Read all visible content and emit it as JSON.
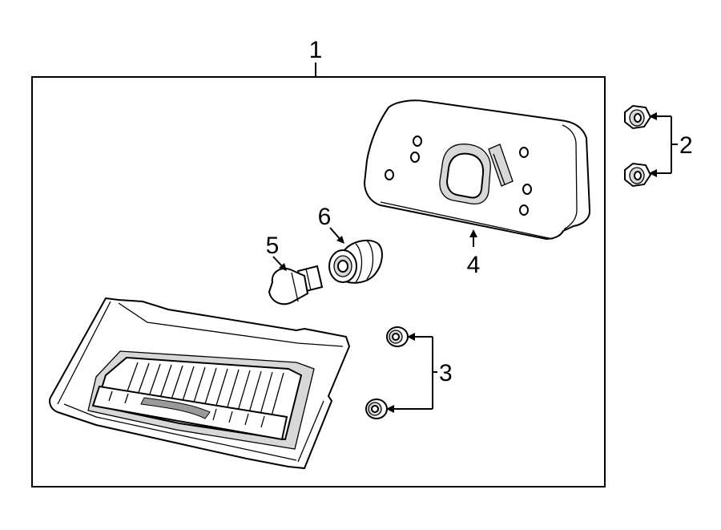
{
  "callouts": [
    {
      "id": "1",
      "text": "1"
    },
    {
      "id": "2",
      "text": "2"
    },
    {
      "id": "3",
      "text": "3"
    },
    {
      "id": "4",
      "text": "4"
    },
    {
      "id": "5",
      "text": "5"
    },
    {
      "id": "6",
      "text": "6"
    }
  ],
  "parts": [
    {
      "id": "1",
      "icon": "tail-lamp-assembly"
    },
    {
      "id": "2",
      "icon": "flange-nut"
    },
    {
      "id": "3",
      "icon": "grommet"
    },
    {
      "id": "4",
      "icon": "lamp-housing-gasket"
    },
    {
      "id": "5",
      "icon": "wedge-bulb"
    },
    {
      "id": "6",
      "icon": "bulb-socket"
    }
  ]
}
